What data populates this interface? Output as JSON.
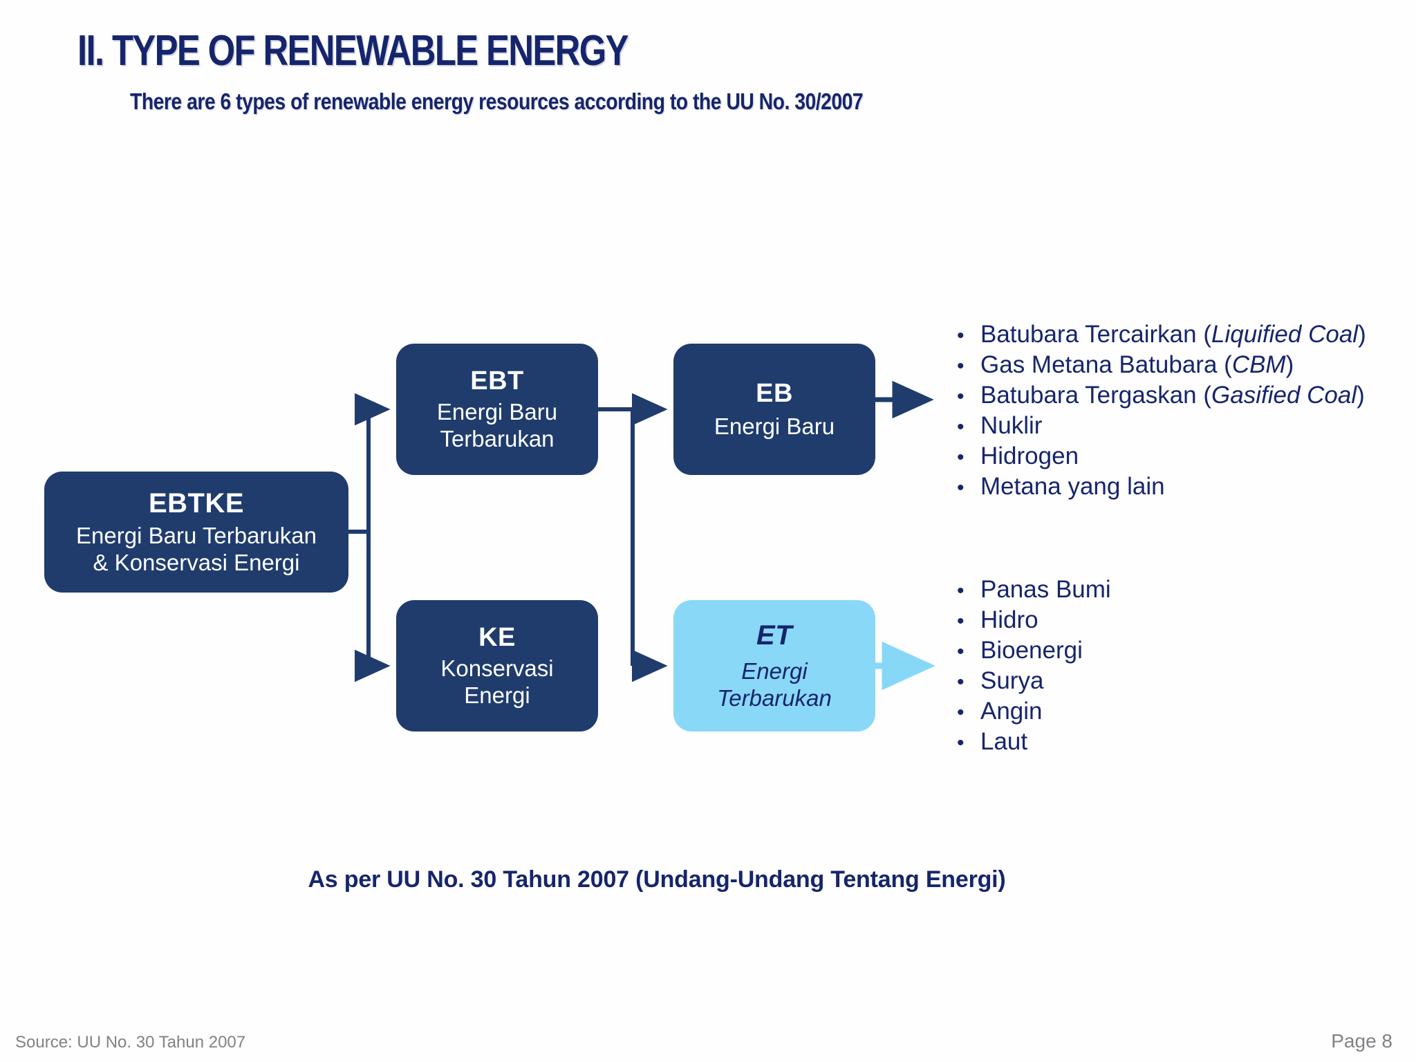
{
  "slide": {
    "title": "II. TYPE OF RENEWABLE ENERGY",
    "subtitle": "There are 6 types of renewable energy resources according to the UU No.  30/2007",
    "caption": "As per UU No. 30 Tahun 2007 (Undang-Undang Tentang Energi)"
  },
  "colors": {
    "navy_text": "#16256b",
    "navy_box": "#1f3c6d",
    "cyan_box": "#8ad8f8",
    "cyan_arrow": "#87d8f7",
    "footer_gray": "#808285",
    "background": "#ffffff"
  },
  "diagram": {
    "nodes": [
      {
        "id": "ebtke",
        "code": "EBTKE",
        "desc_line1": "Energi Baru Terbarukan",
        "desc_line2": "& Konservasi Energi",
        "style": "navy"
      },
      {
        "id": "ebt",
        "code": "EBT",
        "desc_line1": "Energi Baru",
        "desc_line2": "Terbarukan",
        "style": "navy"
      },
      {
        "id": "eb",
        "code": "EB",
        "desc_line1": "Energi Baru",
        "desc_line2": "",
        "style": "navy"
      },
      {
        "id": "ke",
        "code": "KE",
        "desc_line1": "Konservasi",
        "desc_line2": "Energi",
        "style": "navy"
      },
      {
        "id": "et",
        "code": "ET",
        "desc_line1": "Energi",
        "desc_line2": "Terbarukan",
        "style": "cyan"
      }
    ]
  },
  "lists": {
    "eb_items": [
      {
        "text": "Batubara Tercairkan (",
        "italic": "Liquified Coal",
        "tail": ")"
      },
      {
        "text": "Gas Metana Batubara (",
        "italic": "CBM",
        "tail": ")"
      },
      {
        "text": "Batubara Tergaskan (",
        "italic": "Gasified Coal",
        "tail": ")"
      },
      {
        "text": "Nuklir",
        "italic": "",
        "tail": ""
      },
      {
        "text": "Hidrogen",
        "italic": "",
        "tail": ""
      },
      {
        "text": "Metana yang lain",
        "italic": "",
        "tail": ""
      }
    ],
    "et_items": [
      {
        "text": "Panas Bumi",
        "italic": "",
        "tail": ""
      },
      {
        "text": "Hidro",
        "italic": "",
        "tail": ""
      },
      {
        "text": "Bioenergi",
        "italic": "",
        "tail": ""
      },
      {
        "text": "Surya",
        "italic": "",
        "tail": ""
      },
      {
        "text": "Angin",
        "italic": "",
        "tail": ""
      },
      {
        "text": "Laut",
        "italic": "",
        "tail": ""
      }
    ],
    "bullet_glyph": "•"
  },
  "footer": {
    "source": "Source: UU No. 30 Tahun 2007",
    "page": "Page 8"
  }
}
